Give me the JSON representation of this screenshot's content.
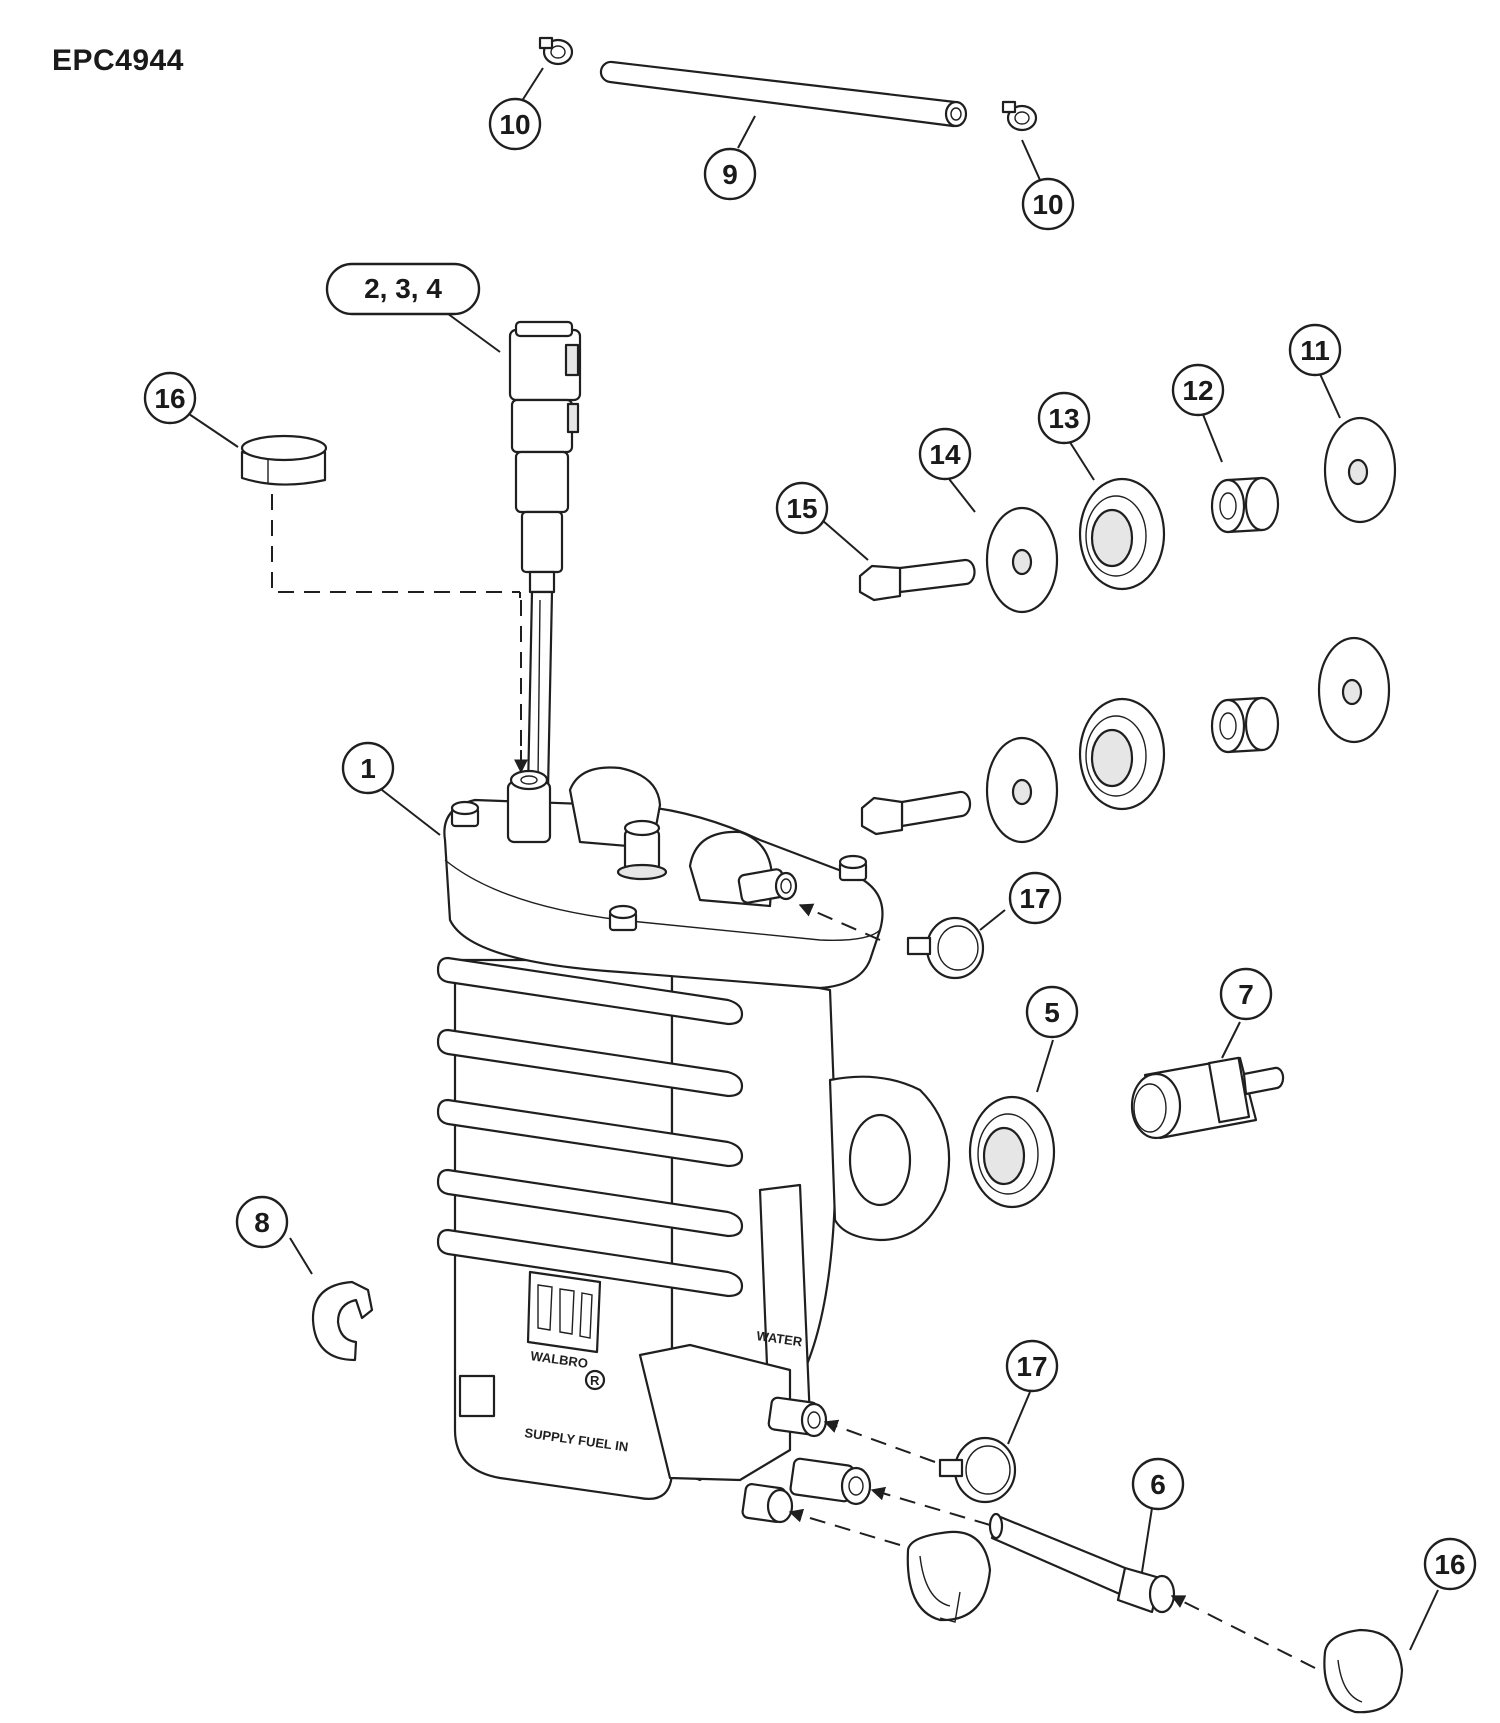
{
  "title": "EPC4944",
  "embossed": {
    "brand": "WALBRO",
    "registered": "R",
    "water": "WATER",
    "supply": "SUPPLY FUEL IN"
  },
  "callouts": [
    {
      "id": "c10a",
      "label": "10"
    },
    {
      "id": "c9",
      "label": "9"
    },
    {
      "id": "c10b",
      "label": "10"
    },
    {
      "id": "c234",
      "label": "2, 3, 4"
    },
    {
      "id": "c16a",
      "label": "16"
    },
    {
      "id": "c11",
      "label": "11"
    },
    {
      "id": "c12",
      "label": "12"
    },
    {
      "id": "c13",
      "label": "13"
    },
    {
      "id": "c14",
      "label": "14"
    },
    {
      "id": "c15",
      "label": "15"
    },
    {
      "id": "c1",
      "label": "1"
    },
    {
      "id": "c17a",
      "label": "17"
    },
    {
      "id": "c5",
      "label": "5"
    },
    {
      "id": "c7",
      "label": "7"
    },
    {
      "id": "c8",
      "label": "8"
    },
    {
      "id": "c17b",
      "label": "17"
    },
    {
      "id": "c6",
      "label": "6"
    },
    {
      "id": "c16b",
      "label": "16"
    }
  ]
}
